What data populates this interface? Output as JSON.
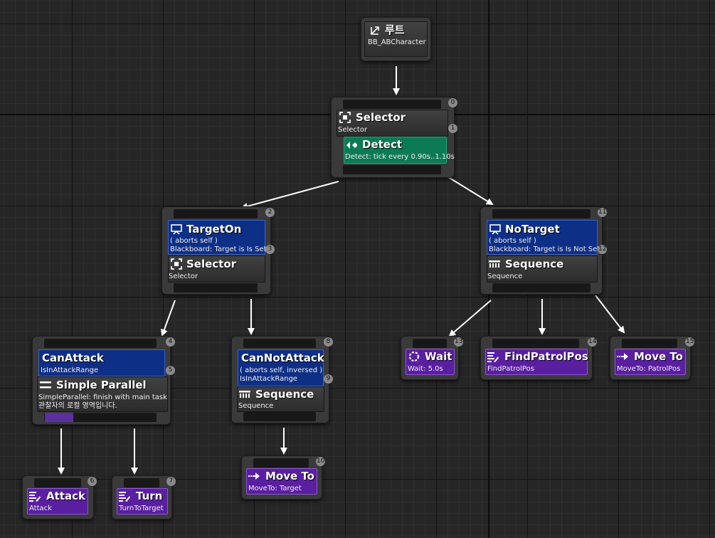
{
  "root": {
    "title": "루트",
    "blackboard": "BB_ABCharacter"
  },
  "selector_main": {
    "index": "0",
    "title": "Selector",
    "sub": "Selector",
    "service_index": "1",
    "service_title": "Detect",
    "service_sub": "Detect: tick every 0.90s..1.10s"
  },
  "target_on": {
    "index": "2",
    "decorator_title": "TargetOn",
    "decorator_line1": "( aborts self )",
    "decorator_line2": "Blackboard: Target is Is Set",
    "composite_index": "3",
    "composite_title": "Selector",
    "composite_sub": "Selector"
  },
  "no_target": {
    "index": "11",
    "decorator_title": "NoTarget",
    "decorator_line1": "( aborts self )",
    "decorator_line2": "Blackboard: Target is Is Not Set",
    "composite_index": "12",
    "composite_title": "Sequence",
    "composite_sub": "Sequence"
  },
  "can_attack": {
    "index": "4",
    "decorator_title": "CanAttack",
    "decorator_line1": "IsInAttackRange",
    "composite_index": "5",
    "composite_title": "Simple Parallel",
    "composite_line1": "SimpleParallel: finish with main task",
    "composite_line2": "관찰자의 로컬 영역입니다."
  },
  "can_not_attack": {
    "index": "8",
    "decorator_title": "CanNotAttack",
    "decorator_line1": "( aborts self, inversed )",
    "decorator_line2": "IsInAttackRange",
    "composite_index": "9",
    "composite_title": "Sequence",
    "composite_sub": "Sequence"
  },
  "tasks": {
    "attack": {
      "index": "6",
      "title": "Attack",
      "sub": "Attack"
    },
    "turn": {
      "index": "7",
      "title": "Turn",
      "sub": "TurnToTarget"
    },
    "move_to_target": {
      "index": "10",
      "title": "Move To",
      "sub": "MoveTo: Target"
    },
    "wait": {
      "index": "13",
      "title": "Wait",
      "sub": "Wait: 5.0s"
    },
    "find_patrol": {
      "index": "14",
      "title": "FindPatrolPos",
      "sub": "FindPatrolPos"
    },
    "move_to_patrol": {
      "index": "15",
      "title": "Move To",
      "sub": "MoveTo: PatrolPos"
    }
  },
  "colors": {
    "composite": "#3a3a3a",
    "decorator": "#0e2f86",
    "service": "#0c7a55",
    "task": "#5a1fa0",
    "edge": "#ffffff"
  }
}
